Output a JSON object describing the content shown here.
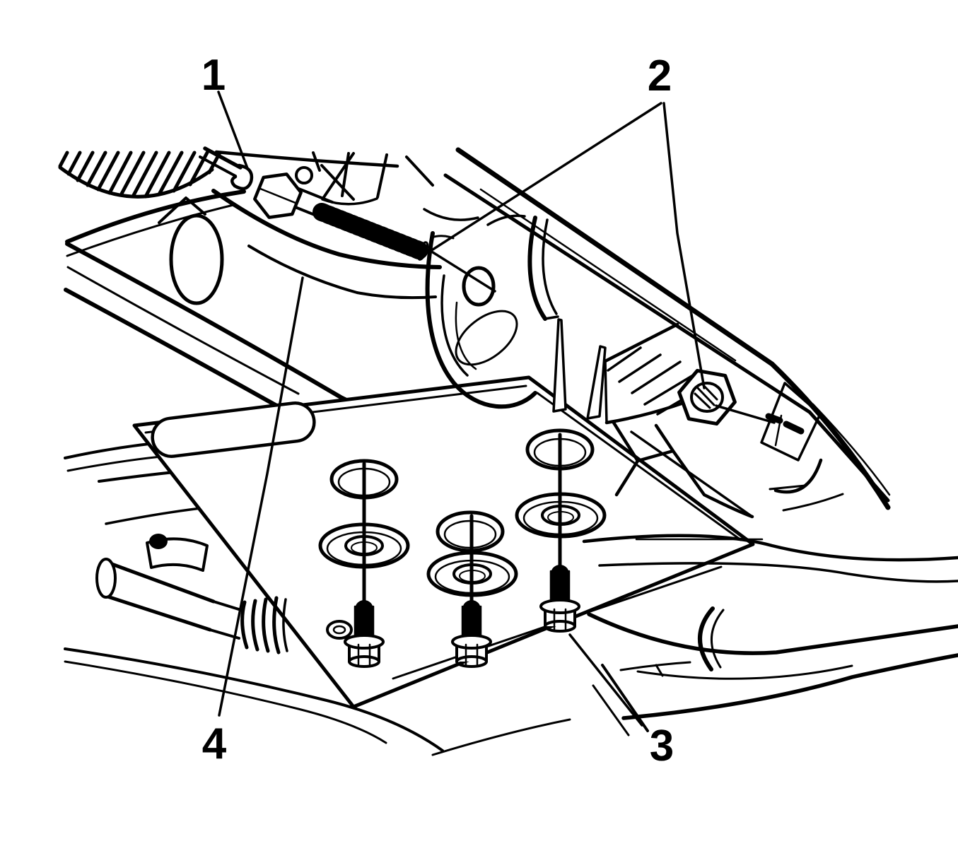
{
  "figure": {
    "type": "technical-line-illustration",
    "subject": "vehicle underbody fastener locations (exploded hardware view)",
    "background_color": "#ffffff",
    "line_color": "#000000",
    "callouts": [
      {
        "label": "1",
        "points_to": "long-hex-bolt"
      },
      {
        "label": "2",
        "points_to": "stud-hole-and-hex-nut"
      },
      {
        "label": "3",
        "points_to": "flange-bolt-with-washer"
      },
      {
        "label": "4",
        "points_to": "support-bracket"
      }
    ]
  }
}
